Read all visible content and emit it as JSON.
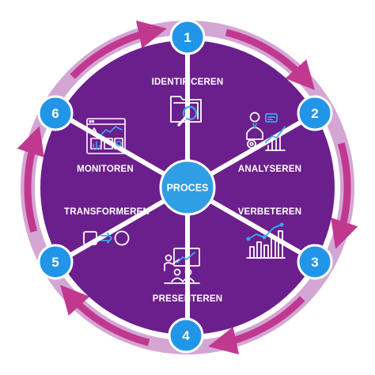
{
  "colors": {
    "ring": "#d4a6d4",
    "arrow": "#c0398f",
    "wheel": "#6b1f8c",
    "divider": "#ffffff",
    "center": "#2f9ee5",
    "step_badge": "#2196e8",
    "step_badge_border": "#ffffff",
    "icon_stroke": "#ffffff",
    "icon_accent": "#3aa8f0"
  },
  "center": {
    "label": "PROCES"
  },
  "segments": [
    {
      "label": "IDENTIFICEREN",
      "icon": "folder-search-icon"
    },
    {
      "label": "ANALYSEREN",
      "icon": "analyst-gear-chart-icon"
    },
    {
      "label": "VERBETEREN",
      "icon": "rising-bar-chart-icon"
    },
    {
      "label": "PRESENTEREN",
      "icon": "presentation-audience-icon"
    },
    {
      "label": "TRANSFORMEREN",
      "icon": "square-to-circle-transform-icon"
    },
    {
      "label": "MONITOREN",
      "icon": "dashboard-monitor-icon"
    }
  ],
  "steps": [
    "1",
    "2",
    "3",
    "4",
    "5",
    "6"
  ]
}
